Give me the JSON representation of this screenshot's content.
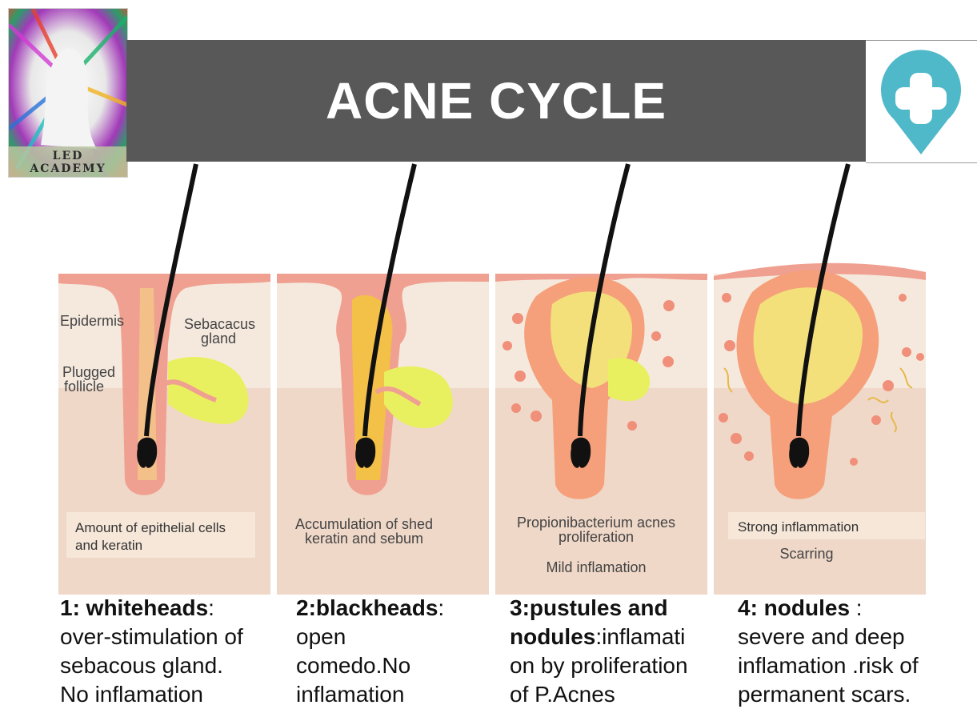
{
  "logo": {
    "line1": "LED",
    "line2": "ACADEMY"
  },
  "header": {
    "title": "ACNE CYCLE",
    "pin_icon": "plus-pin-icon",
    "accent": "#4fb8c9"
  },
  "colors": {
    "banner": "#585858",
    "epidermis": "#f5e9de",
    "dermis": "#efd8c8",
    "follicle": "#f0a090",
    "sebum": "#f3ea6a",
    "hair": "#111111"
  },
  "labels": {
    "epidermis": "Epidermis",
    "sebaceous_1": "Sebacacus",
    "sebaceous_2": "gland",
    "plugged_1": "Plugged",
    "plugged_2": "follicle"
  },
  "stages": [
    {
      "note_1": "Amount of epithelial cells",
      "note_2": "and keratin",
      "title": "1: whiteheads",
      "title_suffix": ":",
      "lines": [
        "over-stimulation of",
        "sebacous gland.",
        "No inflamation"
      ]
    },
    {
      "note_1": "Accumulation of shed",
      "note_2": "keratin and sebum",
      "title": "2:blackheads",
      "title_suffix": ":",
      "lines": [
        "open",
        "comedo.No",
        "inflamation"
      ]
    },
    {
      "note_1": "Propionibacterium acnes",
      "note_2": "proliferation",
      "note_3": "Mild inflamation",
      "title_line1": "3:pustules and",
      "title_line2_bold": "nodules",
      "title_line2_rest": ":inflamati",
      "lines": [
        "on by proliferation",
        "of P.Acnes"
      ]
    },
    {
      "note_1": "Strong inflammation",
      "note_2": "Scarring",
      "title": "4: nodules",
      "title_suffix": " :",
      "lines": [
        "severe and deep",
        "inflamation .risk of",
        "permanent scars."
      ]
    }
  ]
}
